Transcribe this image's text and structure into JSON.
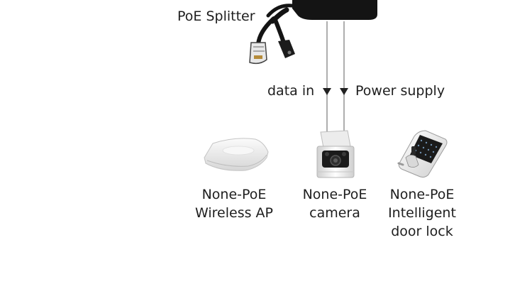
{
  "splitter": {
    "label": "PoE Splitter",
    "icon": "poe-splitter-icon"
  },
  "arrows": {
    "left_label": "data in",
    "right_label": "Power supply"
  },
  "devices": [
    {
      "line1": "None-PoE",
      "line2": "Wireless AP",
      "line3": "",
      "icon": "wireless-ap-icon"
    },
    {
      "line1": "None-PoE",
      "line2": "camera",
      "line3": "",
      "icon": "camera-icon"
    },
    {
      "line1": "None-PoE",
      "line2": "Intelligent",
      "line3": "door lock",
      "icon": "door-lock-icon"
    }
  ],
  "colors": {
    "text": "#1e1e1e",
    "line": "#9a9a9a",
    "device_body": "#f2f2f2",
    "device_dark": "#1a1a1a"
  }
}
